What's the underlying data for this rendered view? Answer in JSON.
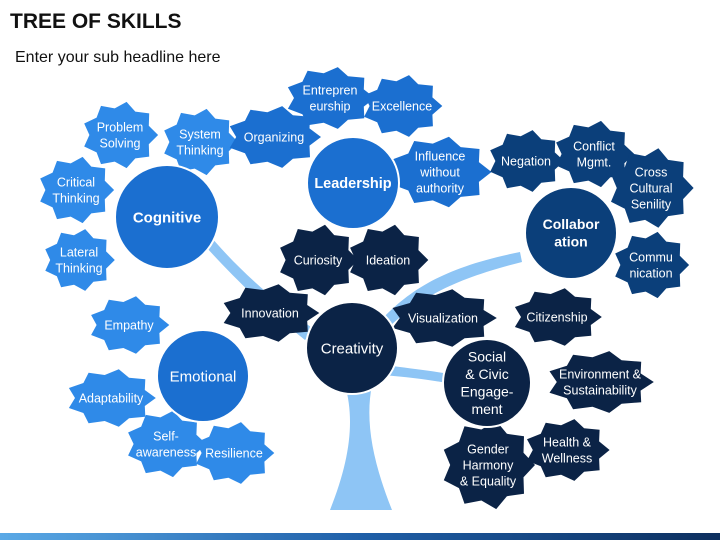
{
  "title": "TREE OF SKILLS",
  "subtitle": "Enter your sub headline here",
  "colors": {
    "light": "#2f8ae8",
    "mid": "#1b6fd0",
    "dark": "#0b3f7a",
    "darkest": "#0b2346",
    "trunk": "#8ec5f5"
  },
  "hubs": [
    {
      "id": "cognitive",
      "lines": [
        "Cognitive"
      ],
      "shade": "mid"
    },
    {
      "id": "leadership",
      "lines": [
        "Leadership"
      ],
      "shade": "mid"
    },
    {
      "id": "collaboration",
      "lines": [
        "Collabor",
        "ation"
      ],
      "shade": "dark"
    },
    {
      "id": "emotional",
      "lines": [
        "Emotional"
      ],
      "shade": "mid"
    },
    {
      "id": "creativity",
      "lines": [
        "Creativity"
      ],
      "shade": "darkest"
    },
    {
      "id": "social-civic",
      "lines": [
        "Social",
        "& Civic",
        "Engage-",
        "ment"
      ],
      "shade": "darkest"
    }
  ],
  "leaves": [
    {
      "lines": [
        "Problem",
        "Solving"
      ],
      "shade": "light"
    },
    {
      "lines": [
        "System",
        "Thinking"
      ],
      "shade": "light"
    },
    {
      "lines": [
        "Critical",
        "Thinking"
      ],
      "shade": "light"
    },
    {
      "lines": [
        "Lateral",
        "Thinking"
      ],
      "shade": "light"
    },
    {
      "lines": [
        "Entrepren",
        "eurship"
      ],
      "shade": "mid"
    },
    {
      "lines": [
        "Excellence"
      ],
      "shade": "mid"
    },
    {
      "lines": [
        "Organizing"
      ],
      "shade": "mid"
    },
    {
      "lines": [
        "Influence",
        "without",
        "authority"
      ],
      "shade": "mid"
    },
    {
      "lines": [
        "Negation"
      ],
      "shade": "dark"
    },
    {
      "lines": [
        "Conflict",
        "Mgmt."
      ],
      "shade": "dark"
    },
    {
      "lines": [
        "Cross",
        "Cultural",
        "Senility"
      ],
      "shade": "dark"
    },
    {
      "lines": [
        "Commu",
        "nication"
      ],
      "shade": "dark"
    },
    {
      "lines": [
        "Curiosity"
      ],
      "shade": "darkest"
    },
    {
      "lines": [
        "Ideation"
      ],
      "shade": "darkest"
    },
    {
      "lines": [
        "Innovation"
      ],
      "shade": "darkest"
    },
    {
      "lines": [
        "Visualization"
      ],
      "shade": "darkest"
    },
    {
      "lines": [
        "Citizenship"
      ],
      "shade": "darkest"
    },
    {
      "lines": [
        "Environment &",
        "Sustainability"
      ],
      "shade": "darkest"
    },
    {
      "lines": [
        "Health &",
        "Wellness"
      ],
      "shade": "darkest"
    },
    {
      "lines": [
        "Gender",
        "Harmony",
        "& Equality"
      ],
      "shade": "darkest"
    },
    {
      "lines": [
        "Empathy"
      ],
      "shade": "light"
    },
    {
      "lines": [
        "Adaptability"
      ],
      "shade": "light"
    },
    {
      "lines": [
        "Self-",
        "awareness"
      ],
      "shade": "light"
    },
    {
      "lines": [
        "Resilience"
      ],
      "shade": "light"
    }
  ]
}
